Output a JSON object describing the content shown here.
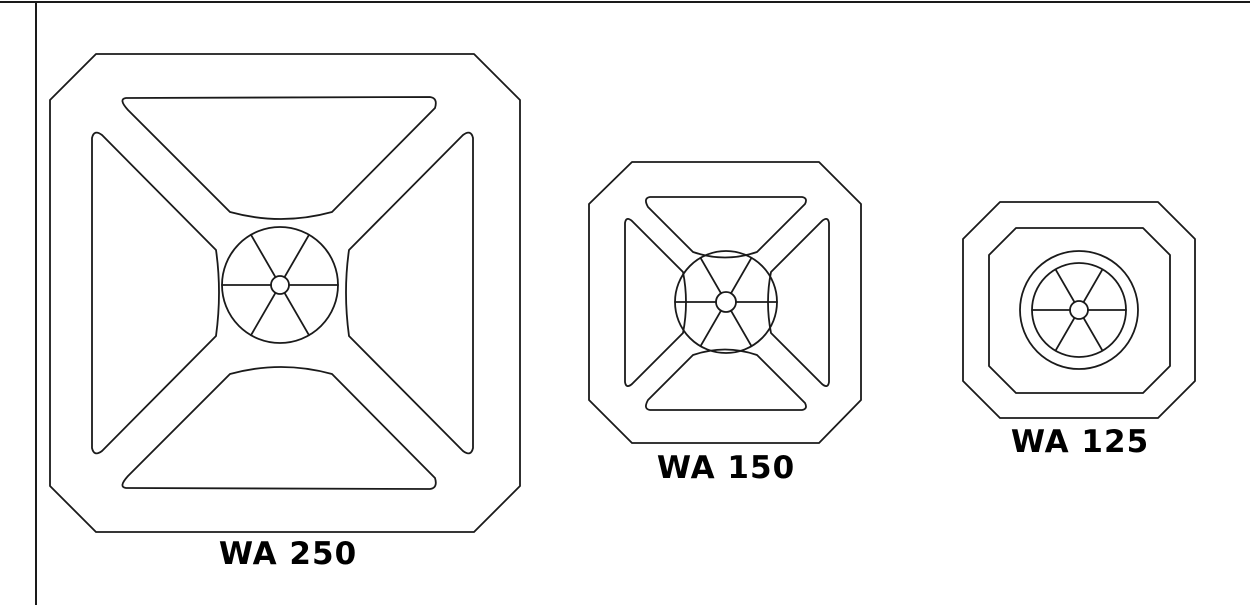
{
  "plates": [
    {
      "label": "WA 250"
    },
    {
      "label": "WA 150"
    },
    {
      "label": "WA 125"
    }
  ],
  "colors": {
    "line": "#1a1a1a",
    "background": "#ffffff"
  }
}
